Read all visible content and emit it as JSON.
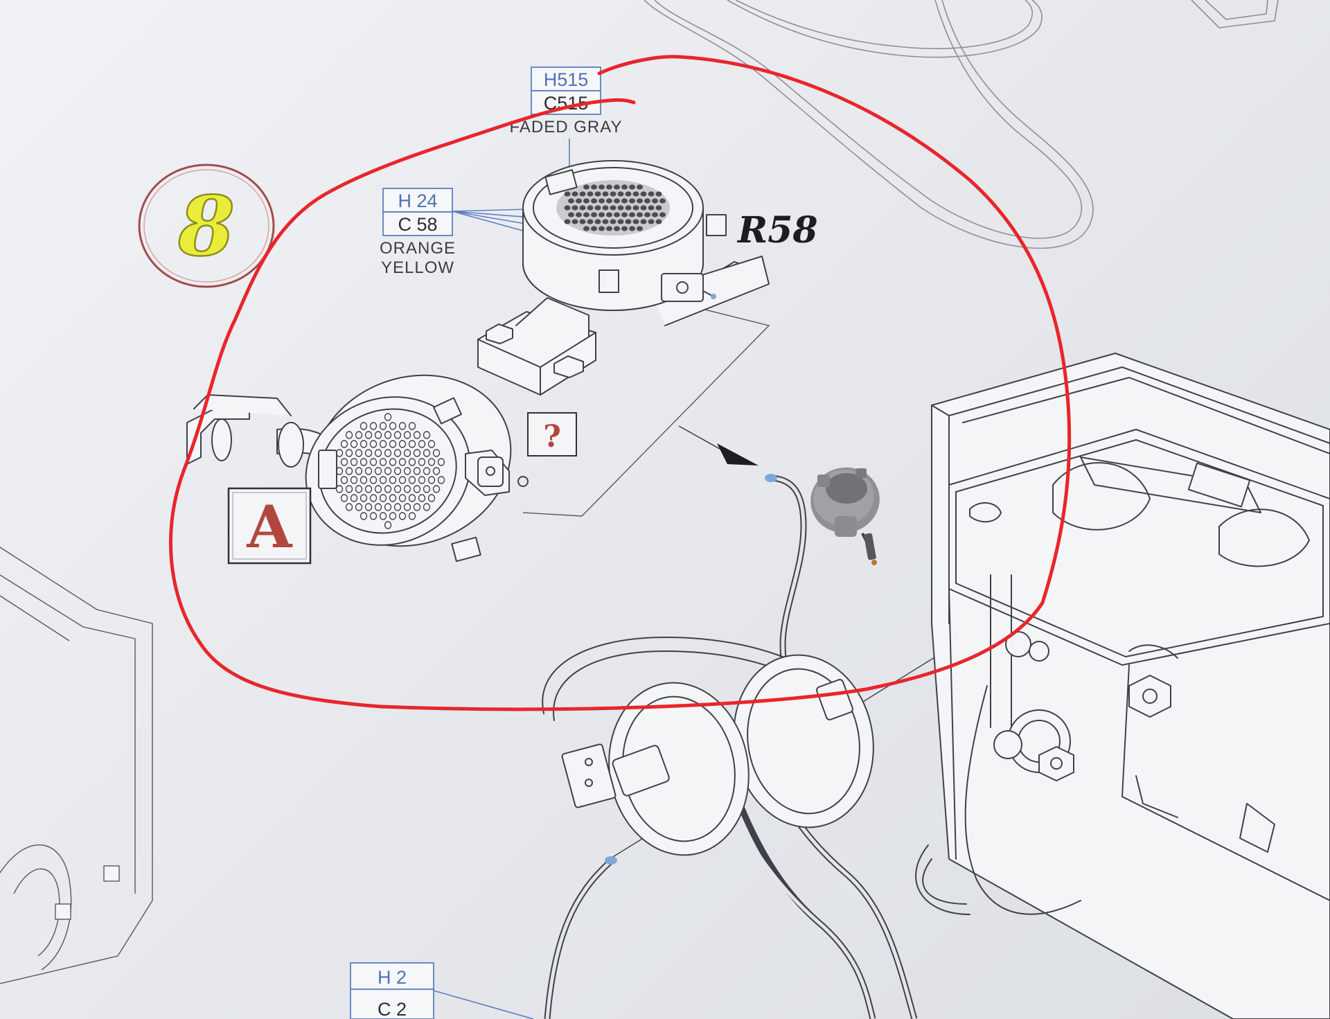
{
  "step": {
    "number": "8"
  },
  "color_codes": [
    {
      "id": "faded-gray",
      "h_code": "H515",
      "c_code": "C515",
      "name_lines": [
        "FADED GRAY"
      ]
    },
    {
      "id": "orange-yellow",
      "h_code": "H 24",
      "c_code": "C 58",
      "name_lines": [
        "ORANGE",
        "YELLOW"
      ]
    },
    {
      "id": "bottom",
      "h_code": "H 2",
      "c_code": "C 2",
      "name_lines": []
    }
  ],
  "part_number": "R58",
  "markers": {
    "question": "?",
    "letter": "A"
  },
  "colors": {
    "annotation_red": "#e8262b",
    "code_blue": "#4f72b4",
    "step_yellow": "#e9ec3a",
    "paper": "#e6e8ec",
    "model_part_gray": "#8f9196"
  },
  "icons": [
    "speaker-icon",
    "headphones-icon",
    "radio-box-icon",
    "model-part-photo"
  ]
}
